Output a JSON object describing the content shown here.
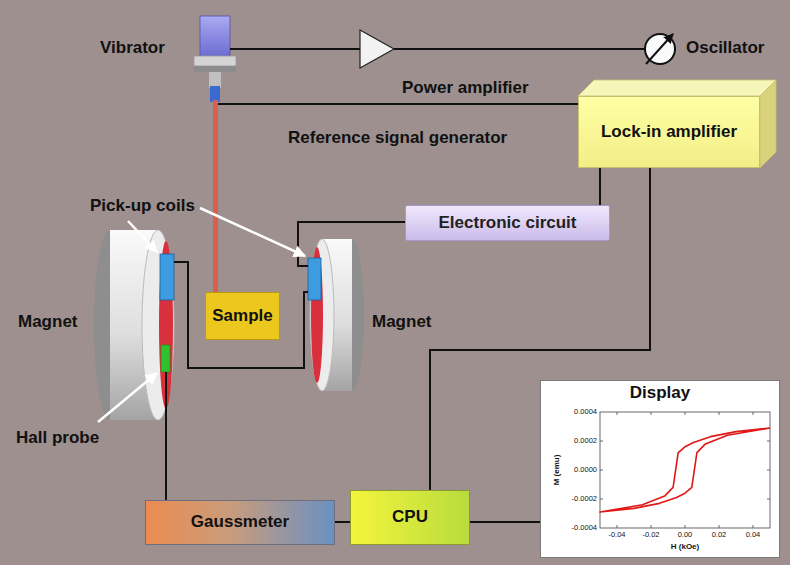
{
  "diagram": {
    "nodes": [
      {
        "text": [
          "Lock-in amplifier"
        ]
      },
      {
        "text": [
          "Electronic circuit"
        ]
      },
      {
        "text": [
          "Sample"
        ]
      },
      {
        "text": [
          "Gaussmeter"
        ]
      },
      {
        "text": [
          "CPU"
        ]
      },
      {
        "text": [
          "Display"
        ]
      }
    ],
    "edges": [
      {
        "from": 0,
        "to": 1,
        "arrow": "none"
      },
      {
        "from": 0,
        "to": 4,
        "arrow": "none"
      },
      {
        "from": 3,
        "to": 4,
        "arrow": "none"
      },
      {
        "from": 4,
        "to": 5,
        "arrow": "none"
      }
    ],
    "labels": [
      "Vibrator",
      "Oscillator",
      "Power amplifier",
      "Reference signal generator",
      "Pick-up coils",
      "Magnet",
      "Magnet",
      "Hall probe",
      "0.0004",
      "0.0002",
      "0.0000",
      "-0.0002",
      "-0.0004",
      "M (emu)",
      "-0.04",
      "-0.02",
      "0.00",
      "0.02",
      "0.04",
      "H (kOe)"
    ]
  }
}
